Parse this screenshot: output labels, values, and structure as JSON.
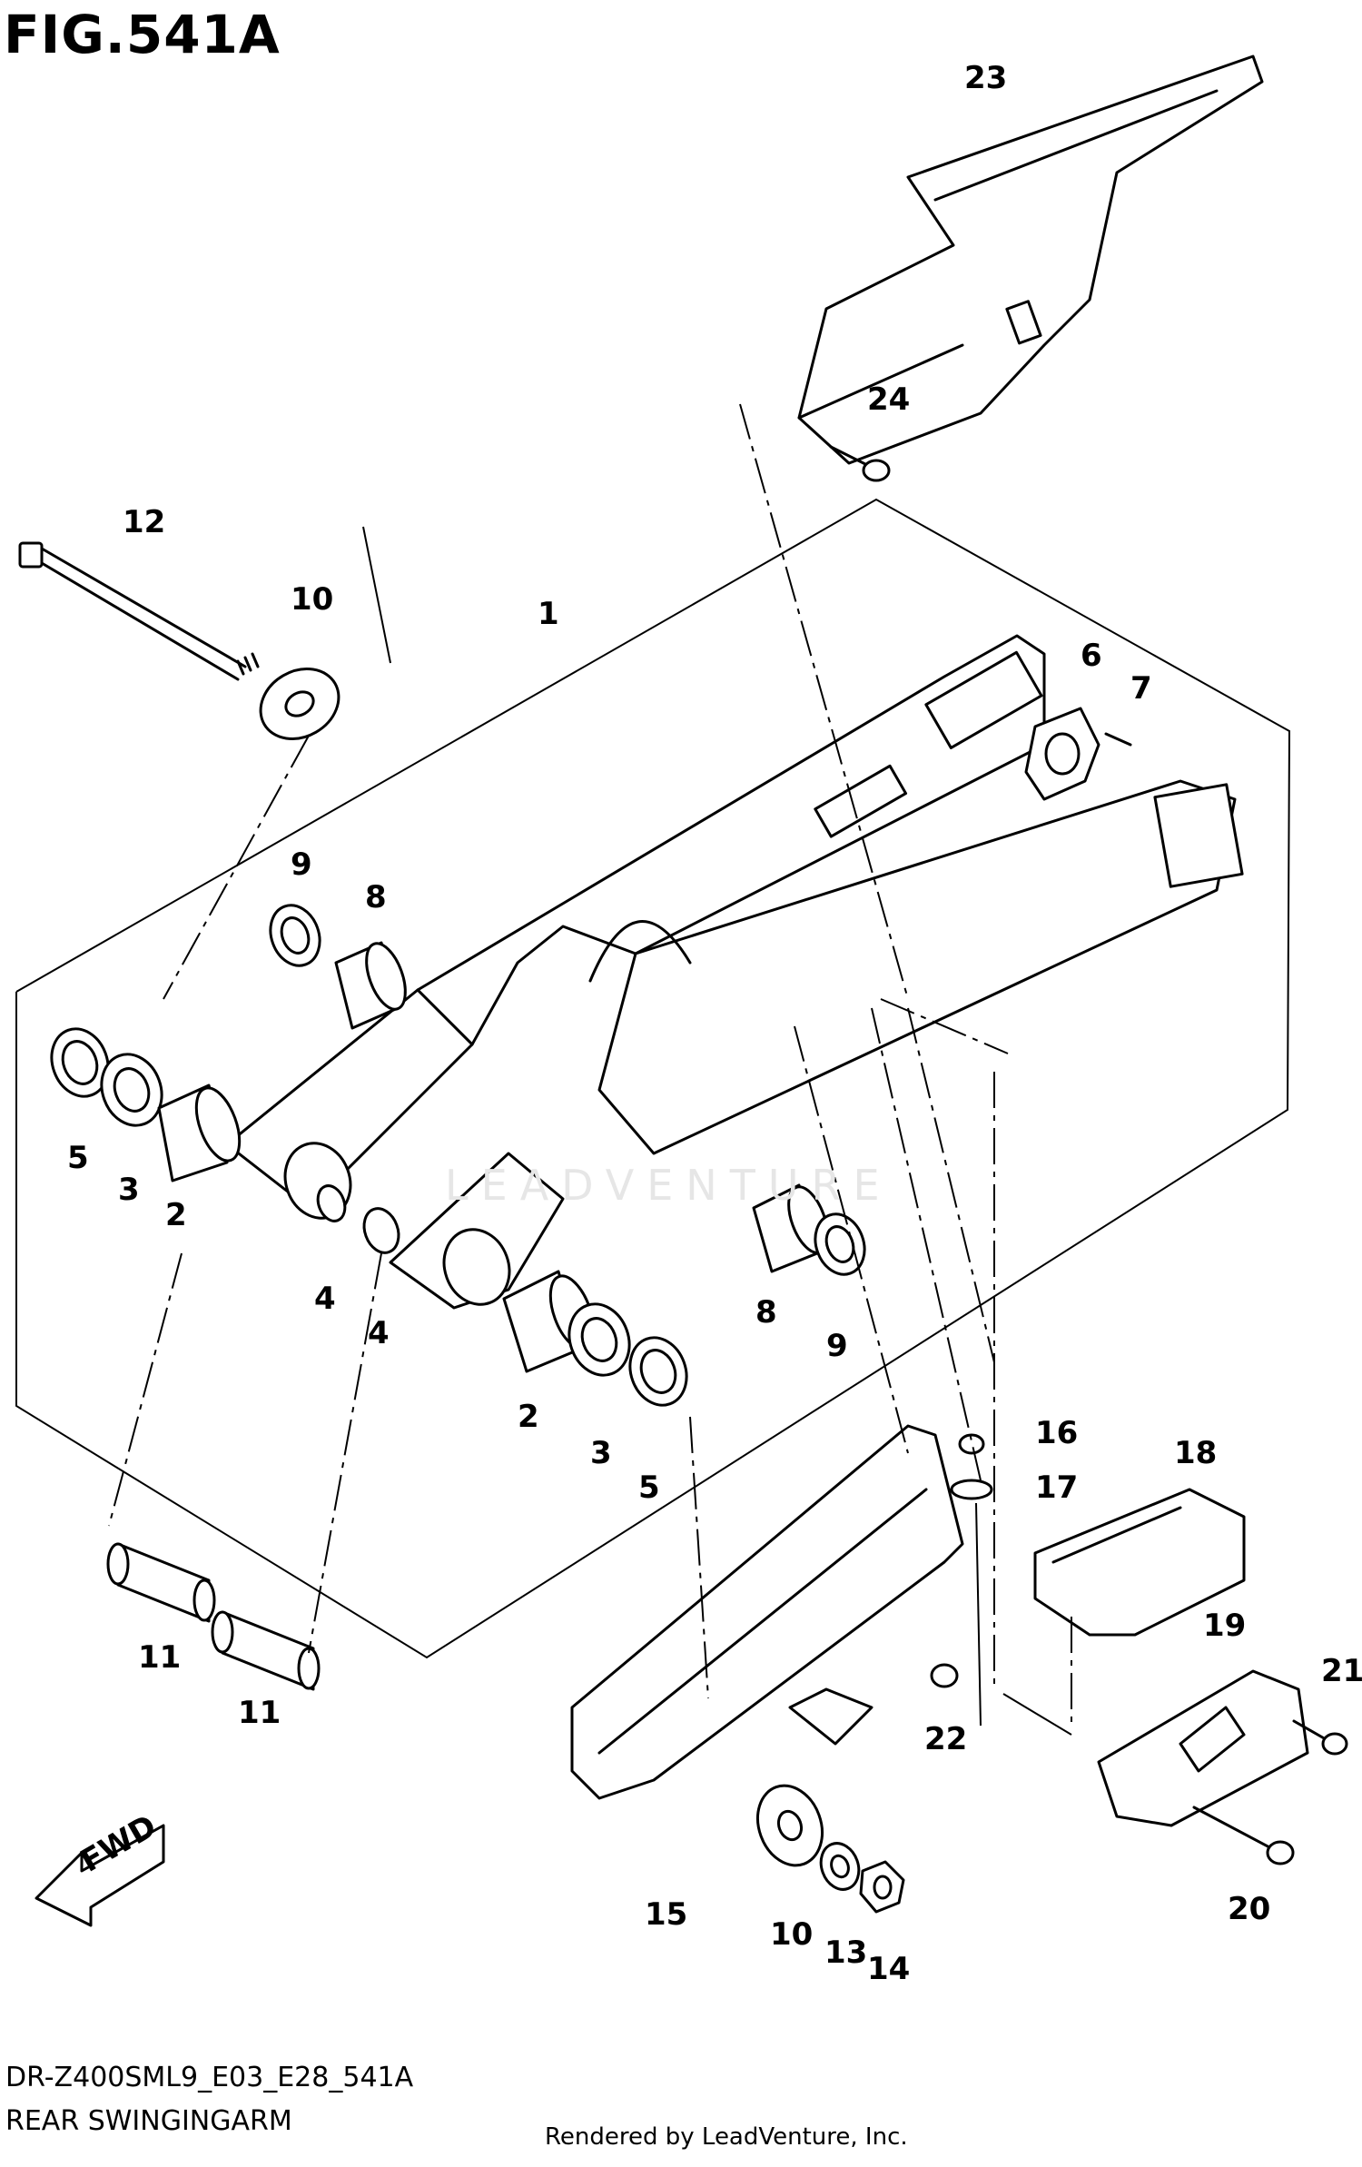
{
  "figure": {
    "title": "FIG.541A",
    "model_code": "DR-Z400SML9_E03_E28_541A",
    "subtitle": "REAR SWINGINGARM",
    "credit": "Rendered by LeadVenture, Inc.",
    "watermark": "LEADVENTURE",
    "fwd_label": "FWD"
  },
  "callouts": [
    {
      "id": "c1",
      "label": "1"
    },
    {
      "id": "c2a",
      "label": "2"
    },
    {
      "id": "c2b",
      "label": "2"
    },
    {
      "id": "c3a",
      "label": "3"
    },
    {
      "id": "c3b",
      "label": "3"
    },
    {
      "id": "c4a",
      "label": "4"
    },
    {
      "id": "c4b",
      "label": "4"
    },
    {
      "id": "c5a",
      "label": "5"
    },
    {
      "id": "c5b",
      "label": "5"
    },
    {
      "id": "c6",
      "label": "6"
    },
    {
      "id": "c7",
      "label": "7"
    },
    {
      "id": "c8a",
      "label": "8"
    },
    {
      "id": "c8b",
      "label": "8"
    },
    {
      "id": "c9a",
      "label": "9"
    },
    {
      "id": "c9b",
      "label": "9"
    },
    {
      "id": "c10a",
      "label": "10"
    },
    {
      "id": "c10b",
      "label": "10"
    },
    {
      "id": "c11a",
      "label": "11"
    },
    {
      "id": "c11b",
      "label": "11"
    },
    {
      "id": "c12",
      "label": "12"
    },
    {
      "id": "c13",
      "label": "13"
    },
    {
      "id": "c14",
      "label": "14"
    },
    {
      "id": "c15",
      "label": "15"
    },
    {
      "id": "c16",
      "label": "16"
    },
    {
      "id": "c17",
      "label": "17"
    },
    {
      "id": "c18",
      "label": "18"
    },
    {
      "id": "c19",
      "label": "19"
    },
    {
      "id": "c20",
      "label": "20"
    },
    {
      "id": "c21",
      "label": "21"
    },
    {
      "id": "c22",
      "label": "22"
    },
    {
      "id": "c23",
      "label": "23"
    },
    {
      "id": "c24",
      "label": "24"
    }
  ]
}
